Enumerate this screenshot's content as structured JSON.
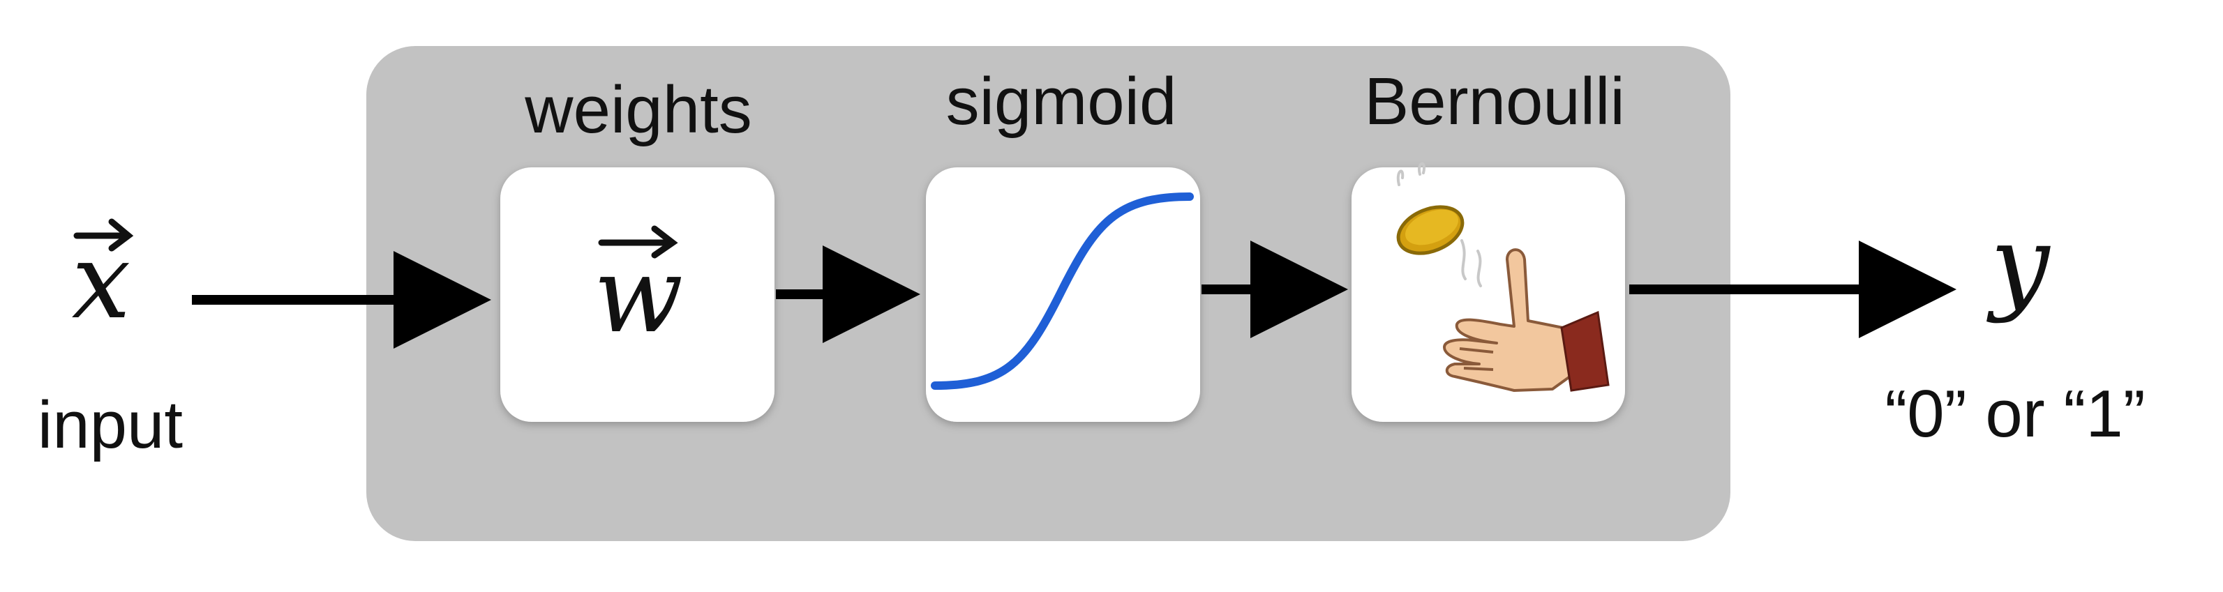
{
  "diagram": {
    "input": {
      "symbol": "x",
      "label": "input"
    },
    "output": {
      "symbol": "y",
      "label": "“0” or “1”"
    },
    "stages": [
      {
        "title": "weights",
        "content": "w",
        "icon": "vector-w-symbol"
      },
      {
        "title": "sigmoid",
        "icon": "sigmoid-curve-icon"
      },
      {
        "title": "Bernoulli",
        "icon": "coin-flip-icon"
      }
    ],
    "colors": {
      "panel": "#c2c2c2",
      "stage_box": "#ffffff",
      "arrow": "#000000",
      "sigmoid_curve": "#1f5fd6",
      "coin": "#d4a010",
      "hand": "#f2c79e",
      "sleeve": "#8a2a1e"
    }
  }
}
